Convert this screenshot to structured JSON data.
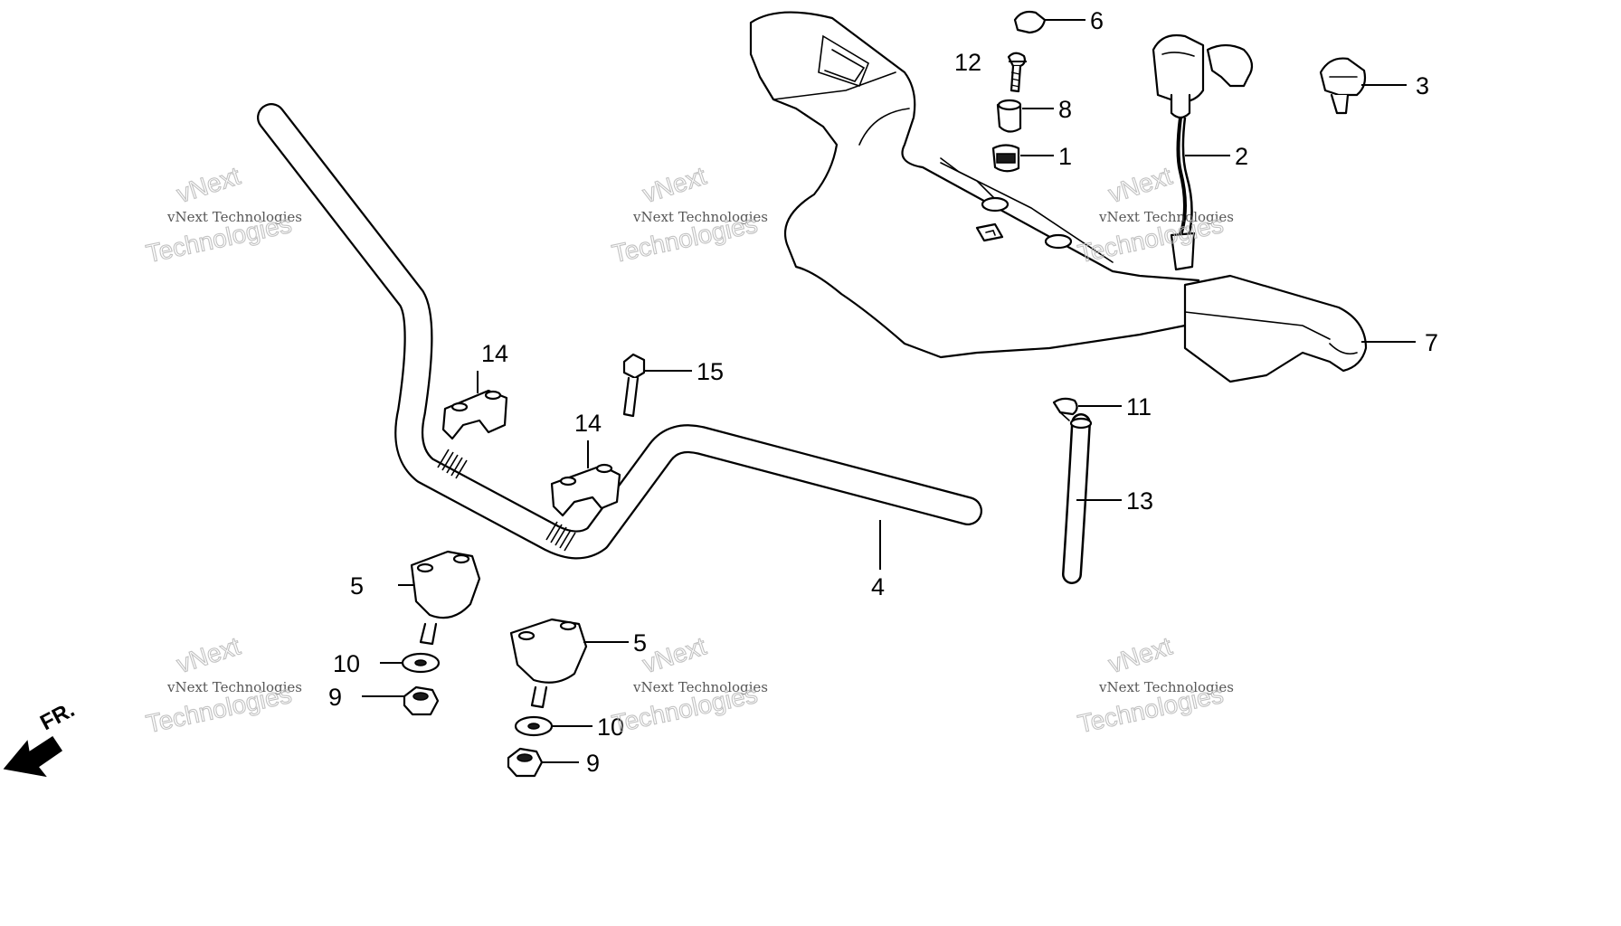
{
  "watermark": {
    "line1": "vNext",
    "line2": "vNext Technologies",
    "line3": "Technologies"
  },
  "direction_label": "FR.",
  "callouts": [
    {
      "id": "c1",
      "label": "1"
    },
    {
      "id": "c2",
      "label": "2"
    },
    {
      "id": "c3",
      "label": "3"
    },
    {
      "id": "c4",
      "label": "4"
    },
    {
      "id": "c5a",
      "label": "5"
    },
    {
      "id": "c5b",
      "label": "5"
    },
    {
      "id": "c6",
      "label": "6"
    },
    {
      "id": "c7",
      "label": "7"
    },
    {
      "id": "c8",
      "label": "8"
    },
    {
      "id": "c9a",
      "label": "9"
    },
    {
      "id": "c9b",
      "label": "9"
    },
    {
      "id": "c10a",
      "label": "10"
    },
    {
      "id": "c10b",
      "label": "10"
    },
    {
      "id": "c11",
      "label": "11"
    },
    {
      "id": "c12",
      "label": "12"
    },
    {
      "id": "c13",
      "label": "13"
    },
    {
      "id": "c14a",
      "label": "14"
    },
    {
      "id": "c14b",
      "label": "14"
    },
    {
      "id": "c15",
      "label": "15"
    }
  ]
}
